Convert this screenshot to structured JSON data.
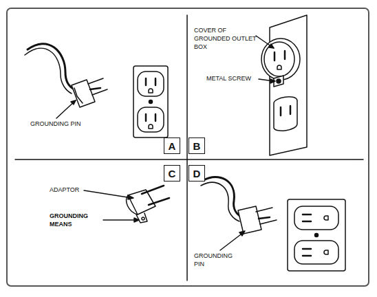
{
  "diagram": {
    "nodes": [
      {
        "text": [
          "A"
        ]
      },
      {
        "text": [
          "B"
        ]
      },
      {
        "text": [
          "C"
        ]
      },
      {
        "text": [
          "D"
        ]
      }
    ],
    "labels": [
      "GROUNDING PIN",
      "COVER OF GROUNDED OUTLET BOX",
      "METAL SCREW",
      "ADAPTOR",
      "GROUNDING MEANS",
      "GROUNDING PIN"
    ]
  }
}
